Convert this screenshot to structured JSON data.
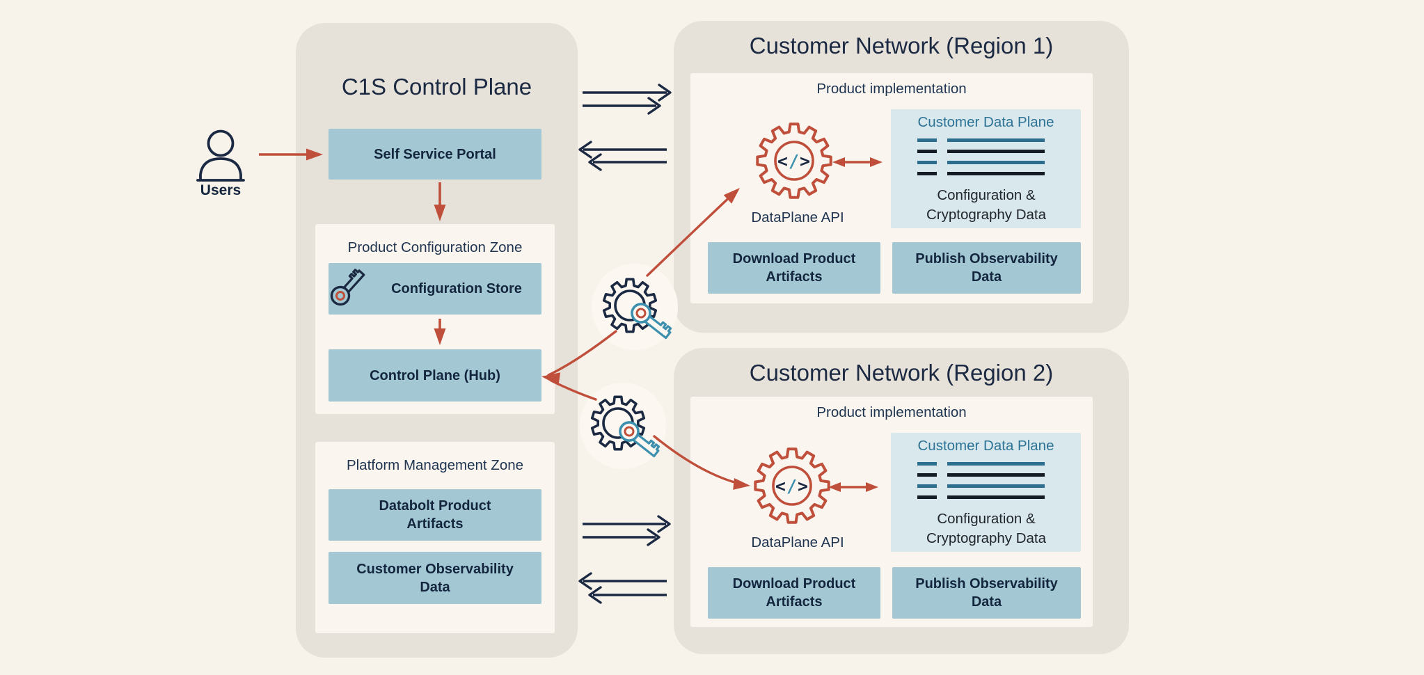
{
  "colors": {
    "background": "#f8f3ea",
    "container_beige": "#e7e2d9",
    "panel_white": "#faf6ef",
    "box_blue": "#a3c8d4",
    "box_light_blue": "#d9e8ec",
    "navy": "#1b2942",
    "red_accent": "#bf4f3b",
    "teal_accent": "#3d8fae",
    "teal_title": "#2d7396"
  },
  "users": {
    "label": "Users"
  },
  "control_plane": {
    "title": "C1S Control Plane",
    "self_service_portal": "Self Service Portal",
    "config_zone": {
      "title": "Product Configuration Zone",
      "configuration_store": "Configuration Store",
      "hub": "Control Plane (Hub)"
    },
    "platform_zone": {
      "title": "Platform Management Zone",
      "databolt": "Databolt Product Artifacts",
      "observability": "Customer Observability Data"
    }
  },
  "regions": [
    {
      "title": "Customer Network (Region 1)",
      "implementation_label": "Product implementation",
      "dataplane_api_label": "DataPlane API",
      "data_plane": {
        "title": "Customer Data Plane",
        "caption": "Configuration & Cryptography Data"
      },
      "download_label": "Download Product Artifacts",
      "publish_label": "Publish Observability Data"
    },
    {
      "title": "Customer Network (Region 2)",
      "implementation_label": "Product implementation",
      "dataplane_api_label": "DataPlane API",
      "data_plane": {
        "title": "Customer Data Plane",
        "caption": "Configuration & Cryptography Data"
      },
      "download_label": "Download Product Artifacts",
      "publish_label": "Publish Observability Data"
    }
  ],
  "icons": {
    "users_icon": "person-icon",
    "configuration_store_icon": "key-icon",
    "dataplane_api_icon": "gear-code-icon",
    "credential_icon": "gear-key-icon",
    "data_plane_icon": "list-lines-icon"
  }
}
